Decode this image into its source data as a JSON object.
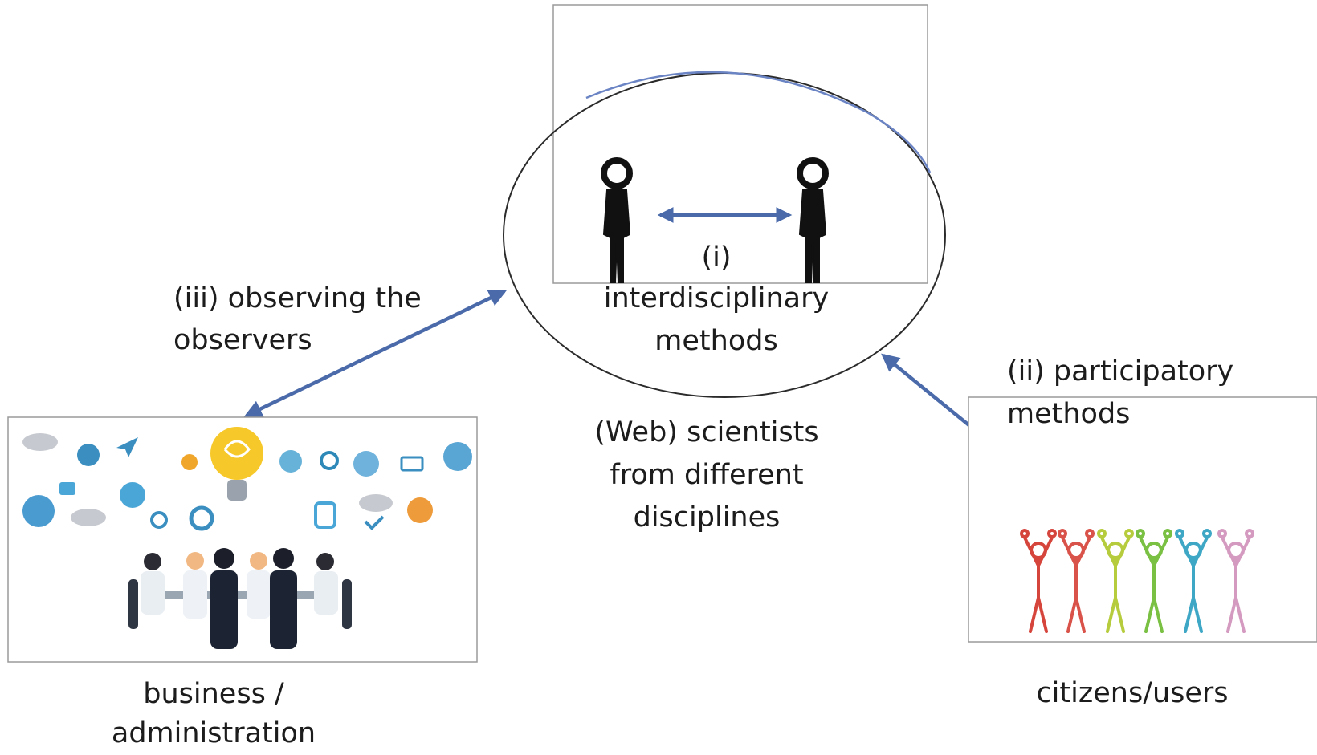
{
  "center": {
    "label_i": "(i)",
    "label_method_line1": "interdisciplinary",
    "label_method_line2": "methods",
    "scientists_line1": "(Web) scientists",
    "scientists_line2": "from different",
    "scientists_line3": "disciplines"
  },
  "left": {
    "arrow_label_line1": "(iii) observing the",
    "arrow_label_line2": "observers",
    "caption_line1": "business /",
    "caption_line2": "administration"
  },
  "right": {
    "arrow_label_line1": "(ii) participatory",
    "arrow_label_line2": "methods",
    "caption": "citizens/users"
  },
  "colors": {
    "arrow": "#4a6aaa",
    "ellipse_outline": "#2b2b2b",
    "ellipse_top": "#6b84c4",
    "frame": "#8c8c8c",
    "people": [
      "#d6453c",
      "#d9534a",
      "#b7cc3d",
      "#79c043",
      "#3ea7c6",
      "#d49ac0"
    ]
  }
}
